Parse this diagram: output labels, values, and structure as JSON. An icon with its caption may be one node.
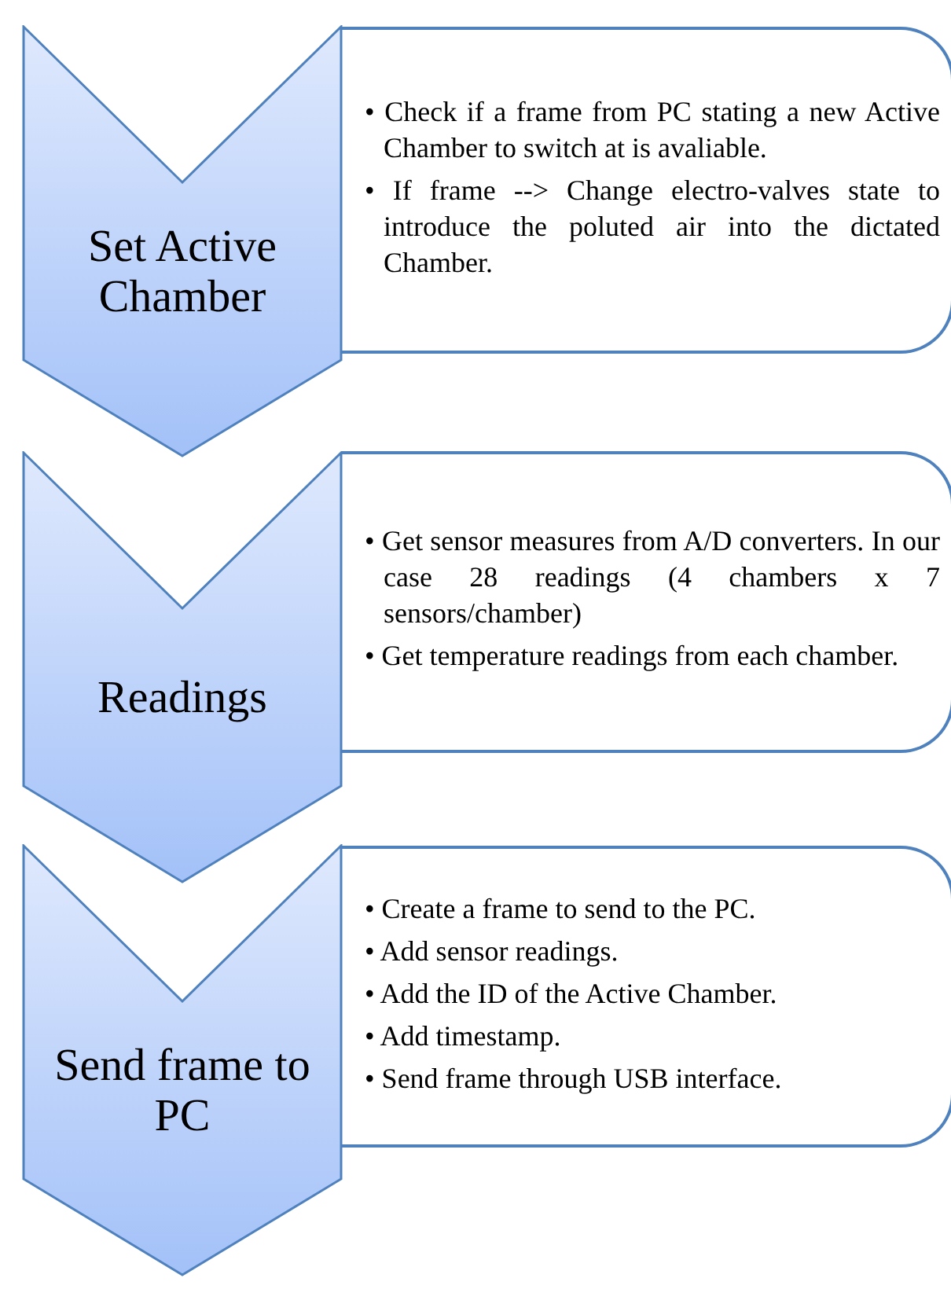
{
  "diagram": {
    "nodes": [
      {
        "text": [
          "Set Active Chamber"
        ]
      },
      {
        "text": [
          "• Check if a frame from PC stating a new Active Chamber to switch at is avaliable.",
          "• If frame --> Change electro-valves state to introduce the poluted air into the dictated Chamber."
        ]
      },
      {
        "text": [
          "Readings"
        ]
      },
      {
        "text": [
          "• Get sensor measures from A/D converters. In our case 28 readings (4 chambers x 7 sensors/chamber)",
          "• Get temperature readings from each chamber."
        ]
      },
      {
        "text": [
          "Send frame to PC"
        ]
      },
      {
        "text": [
          "• Create a frame to send to the PC.",
          "• Add sensor readings.",
          "• Add the ID of the Active Chamber.",
          "• Add timestamp.",
          "• Send frame through USB interface."
        ]
      }
    ]
  }
}
